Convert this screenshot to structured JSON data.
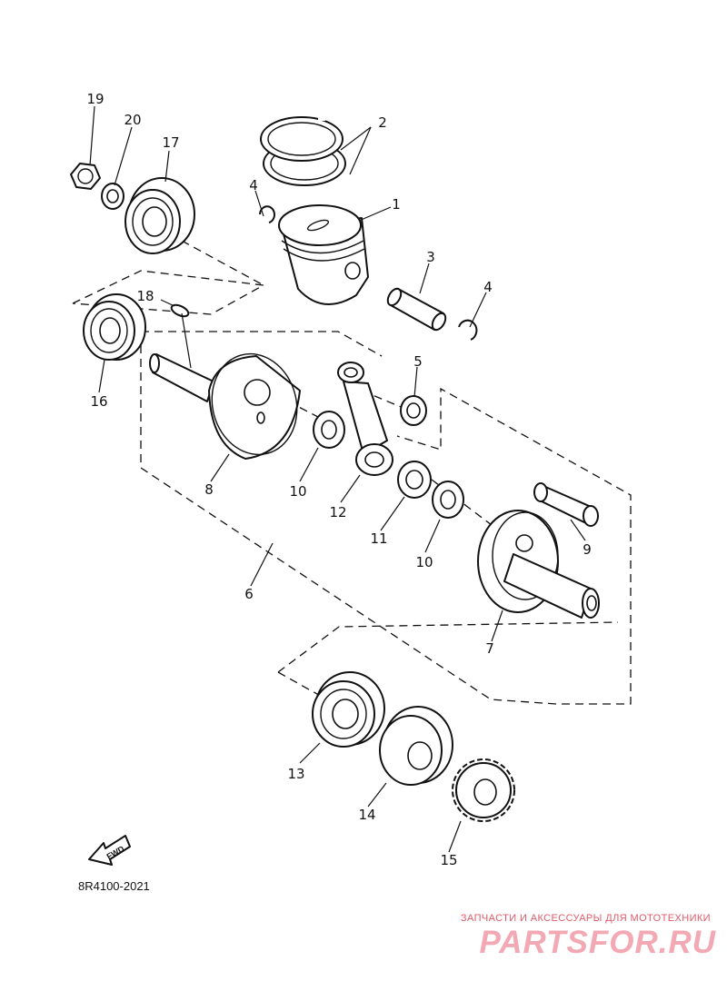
{
  "diagram": {
    "callouts": {
      "c1": "1",
      "c2": "2",
      "c3": "3",
      "c4a": "4",
      "c4b": "4",
      "c5": "5",
      "c6": "6",
      "c7": "7",
      "c8": "8",
      "c9": "9",
      "c10a": "10",
      "c10b": "10",
      "c11": "11",
      "c12": "12",
      "c13": "13",
      "c14": "14",
      "c15": "15",
      "c16": "16",
      "c17": "17",
      "c18": "18",
      "c19": "19",
      "c20": "20"
    },
    "fwd_label": "FWD",
    "drawing_code": "8R4100-2021"
  },
  "watermark": {
    "subtitle": "ЗАПЧАСТИ И АКСЕССУАРЫ ДЛЯ МОТОТЕХНИКИ",
    "logo": "PARTSFOR.RU"
  }
}
